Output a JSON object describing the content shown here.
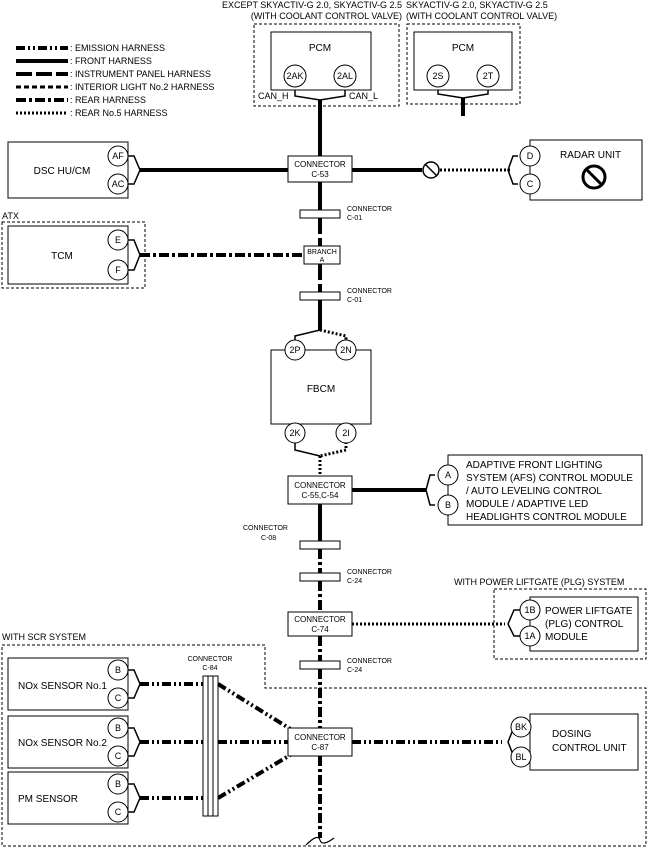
{
  "notes": {
    "pcm_left": [
      "EXCEPT SKYACTIV-G 2.0, SKYACTIV-G 2.5",
      "(WITH COOLANT CONTROL VALVE)"
    ],
    "pcm_right": [
      "SKYACTIV-G 2.0, SKYACTIV-G 2.5",
      "(WITH COOLANT CONTROL VALVE)"
    ],
    "atx": "ATX",
    "plg": "WITH POWER LIFTGATE (PLG) SYSTEM",
    "scr": "WITH SCR SYSTEM"
  },
  "legend": [
    {
      "label": ": EMISSION HARNESS",
      "style": "emission"
    },
    {
      "label": ": FRONT HARNESS",
      "style": "front"
    },
    {
      "label": ": INSTRUMENT PANEL HARNESS",
      "style": "instrument"
    },
    {
      "label": ": INTERIOR LIGHT No.2 HARNESS",
      "style": "interior"
    },
    {
      "label": ": REAR HARNESS",
      "style": "rear"
    },
    {
      "label": ": REAR No.5 HARNESS",
      "style": "rear5"
    }
  ],
  "modules": {
    "pcm_left": {
      "name": "PCM",
      "pin1": "2AK",
      "pin2": "2AL",
      "can_h": "CAN_H",
      "can_l": "CAN_L"
    },
    "pcm_right": {
      "name": "PCM",
      "pin1": "2S",
      "pin2": "2T"
    },
    "dsc": {
      "name": "DSC HU/CM",
      "pin1": "AF",
      "pin2": "AC"
    },
    "radar": {
      "name": "RADAR UNIT",
      "pin1": "D",
      "pin2": "C"
    },
    "tcm": {
      "name": "TCM",
      "pin1": "E",
      "pin2": "F"
    },
    "fbcm": {
      "name": "FBCM",
      "pin_tl": "2P",
      "pin_tr": "2N",
      "pin_bl": "2K",
      "pin_br": "2I"
    },
    "afs": {
      "lines": [
        "ADAPTIVE FRONT LIGHTING",
        "SYSTEM (AFS) CONTROL MODULE",
        "/ AUTO LEVELING CONTROL",
        "MODULE / ADAPTIVE LED",
        "HEADLIGHTS CONTROL MODULE"
      ],
      "pin1": "A",
      "pin2": "B"
    },
    "plg": {
      "lines": [
        "POWER LIFTGATE",
        "(PLG) CONTROL",
        "MODULE"
      ],
      "pin1": "1B",
      "pin2": "1A"
    },
    "nox1": {
      "name": "NOx SENSOR No.1",
      "pin1": "B",
      "pin2": "C"
    },
    "nox2": {
      "name": "NOx SENSOR No.2",
      "pin1": "B",
      "pin2": "C"
    },
    "pm": {
      "name": "PM SENSOR",
      "pin1": "B",
      "pin2": "C"
    },
    "dosing": {
      "lines": [
        "DOSING",
        "CONTROL UNIT"
      ],
      "pin1": "BK",
      "pin2": "BL"
    }
  },
  "connectors": {
    "c53": [
      "CONNECTOR",
      "C-53"
    ],
    "c01a": [
      "CONNECTOR",
      "C-01"
    ],
    "branch": [
      "BRANCH",
      "A"
    ],
    "c01b": [
      "CONNECTOR",
      "C-01"
    ],
    "c55": [
      "CONNECTOR",
      "C-55,C-54"
    ],
    "c08": [
      "CONNECTOR",
      "C-08"
    ],
    "c24a": [
      "CONNECTOR",
      "C-24"
    ],
    "c74": [
      "CONNECTOR",
      "C-74"
    ],
    "c24b": [
      "CONNECTOR",
      "C-24"
    ],
    "c84": [
      "CONNECTOR",
      "C-84"
    ],
    "c87": [
      "CONNECTOR",
      "C-87"
    ]
  }
}
